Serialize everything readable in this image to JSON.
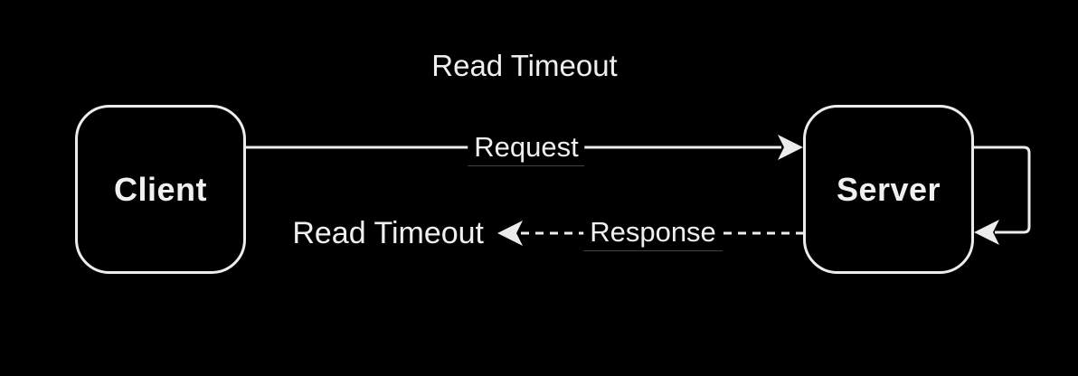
{
  "diagram": {
    "title": "Read Timeout",
    "nodes": [
      {
        "id": "client",
        "label": "Client",
        "shape": "rounded-rect"
      },
      {
        "id": "server",
        "label": "Server",
        "shape": "rounded-rect"
      }
    ],
    "edges": [
      {
        "from": "client",
        "to": "server",
        "label": "Request",
        "style": "solid",
        "direction": "right"
      },
      {
        "from": "server",
        "to": "read-timeout-annotation",
        "label": "Response",
        "style": "dashed",
        "direction": "left"
      },
      {
        "from": "server",
        "to": "server",
        "label": "",
        "style": "solid",
        "type": "self-loop"
      }
    ],
    "annotations": [
      {
        "id": "read-timeout-result",
        "text": "Read Timeout"
      }
    ],
    "colors": {
      "background": "#000000",
      "stroke": "#ececec",
      "node_fill": "#000000",
      "text": "#efefef"
    }
  }
}
